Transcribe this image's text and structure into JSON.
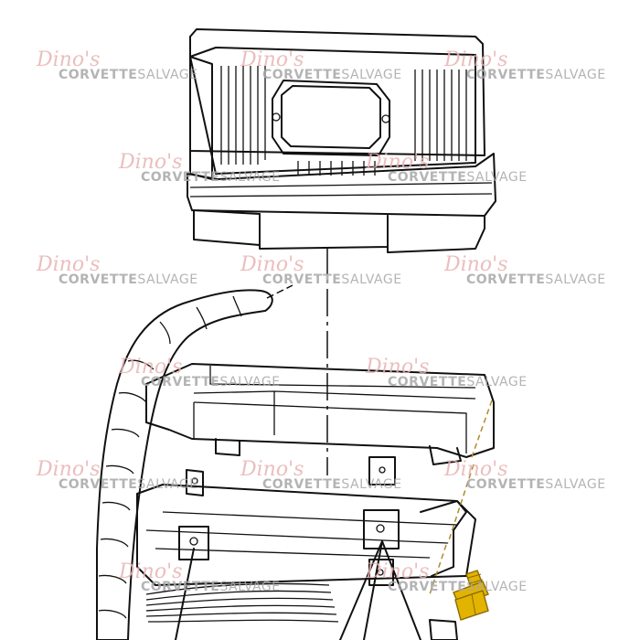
{
  "watermark": {
    "script_text": "Dino's",
    "word_bold": "CORVETTE",
    "word_light": "SALVAGE",
    "script_color": "#e8b3b3",
    "word_color": "#a7a7a7"
  },
  "colors": {
    "ink": "#111111",
    "highlight_bolt": "#e2b400",
    "highlight_stroke": "#8a6a00",
    "leader_line": "#b08a2a"
  },
  "parts": {
    "control_module": "control-module",
    "mounting_bracket": "mounting-bracket",
    "wiring_harness": "wiring-harness",
    "mounting_bolt": "mounting-bolt"
  }
}
